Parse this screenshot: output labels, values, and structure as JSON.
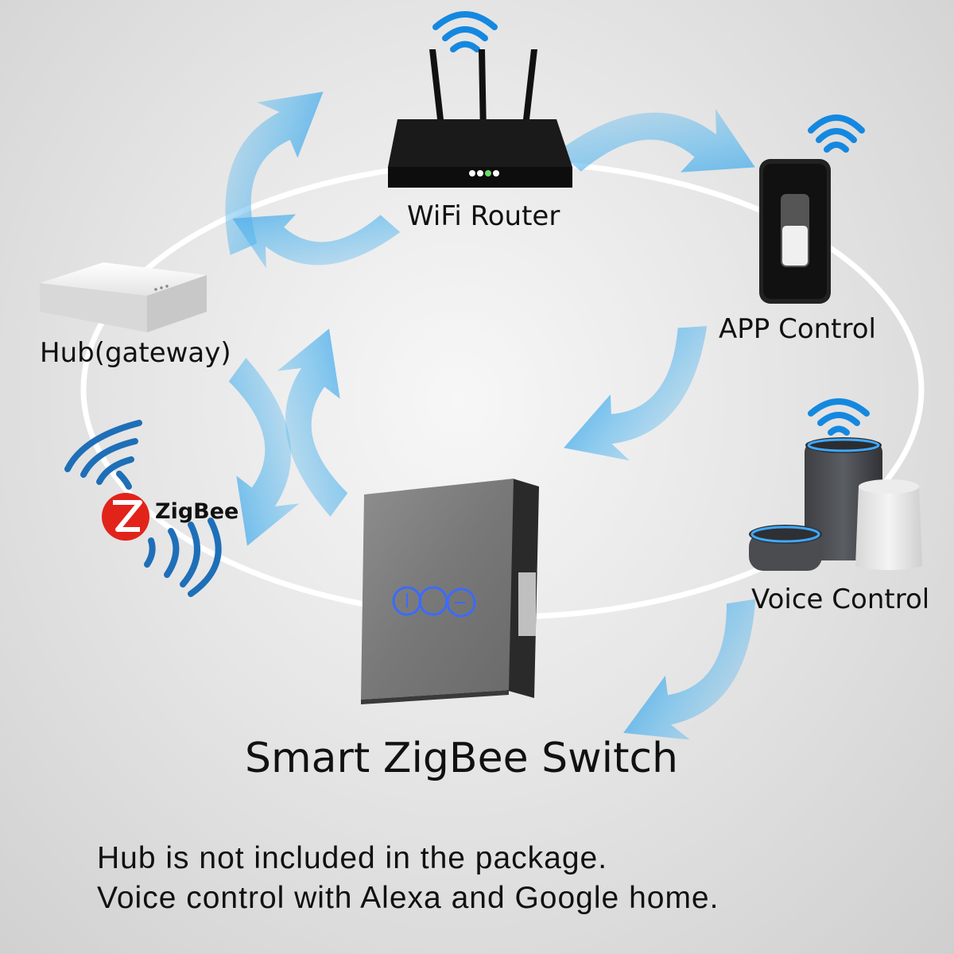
{
  "nodes": {
    "router_label": "WiFi Router",
    "app_label": "APP Control",
    "hub_label": "Hub(gateway)",
    "voice_label": "Voice Control",
    "zigbee_logo_text": "ZigBee"
  },
  "product_title": "Smart ZigBee Switch",
  "notes": [
    "Hub is not included in the package.",
    "Voice control with Alexa and Google home."
  ],
  "colors": {
    "arrow_blue": "#5bb8ee",
    "ring": "#ffffff",
    "wifi_blue": "#1488e0",
    "zigbee_red": "#e2231a",
    "touch_led": "#3a6bff"
  }
}
